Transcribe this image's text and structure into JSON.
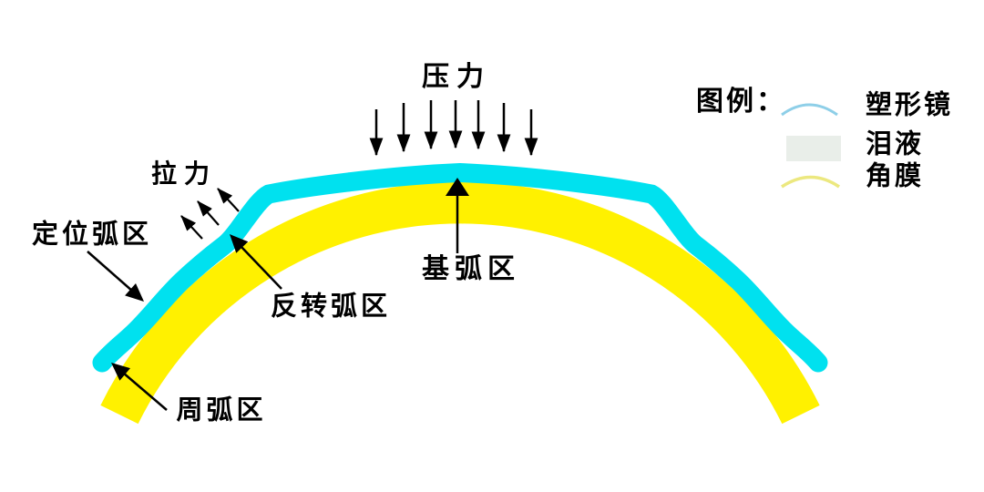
{
  "diagram": {
    "labels": {
      "pressure": "压力",
      "pull": "拉力",
      "positioning_zone": "定位弧区",
      "reverse_zone": "反转弧区",
      "base_zone": "基弧区",
      "peripheral_zone": "周弧区"
    },
    "legend": {
      "title": "图例：",
      "items": [
        {
          "label": "塑形镜",
          "swatch": "arc",
          "color": "#8ecfe8"
        },
        {
          "label": "泪液",
          "swatch": "rect",
          "color": "#e9eee9"
        },
        {
          "label": "角膜",
          "swatch": "arc",
          "color": "#ece87f"
        }
      ]
    },
    "colors": {
      "lens": "#00e1ef",
      "cornea": "#fff100",
      "tear": "#ffffff",
      "arrow": "#000000"
    }
  }
}
